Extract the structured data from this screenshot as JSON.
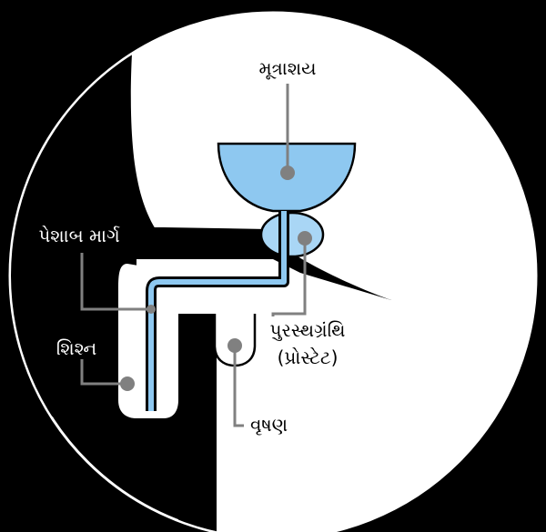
{
  "labels": {
    "bladder": "મૂત્રાશય",
    "urethra": "પેશાબ માર્ગ",
    "penis": "શિશ્ન",
    "prostate_line1": "પુરસ્થગ્રંથિ",
    "prostate_line2": "(પ્રોસ્ટેટ)",
    "scrotum": "વૃષણ"
  },
  "colors": {
    "background": "#000000",
    "body": "#ffffff",
    "bladder_fill": "#8ec8f0",
    "prostate_fill": "#a9d6f5",
    "urethra_fill": "#8ec8f0",
    "outline": "#000000",
    "leader": "#808080",
    "marker": "#808080"
  }
}
